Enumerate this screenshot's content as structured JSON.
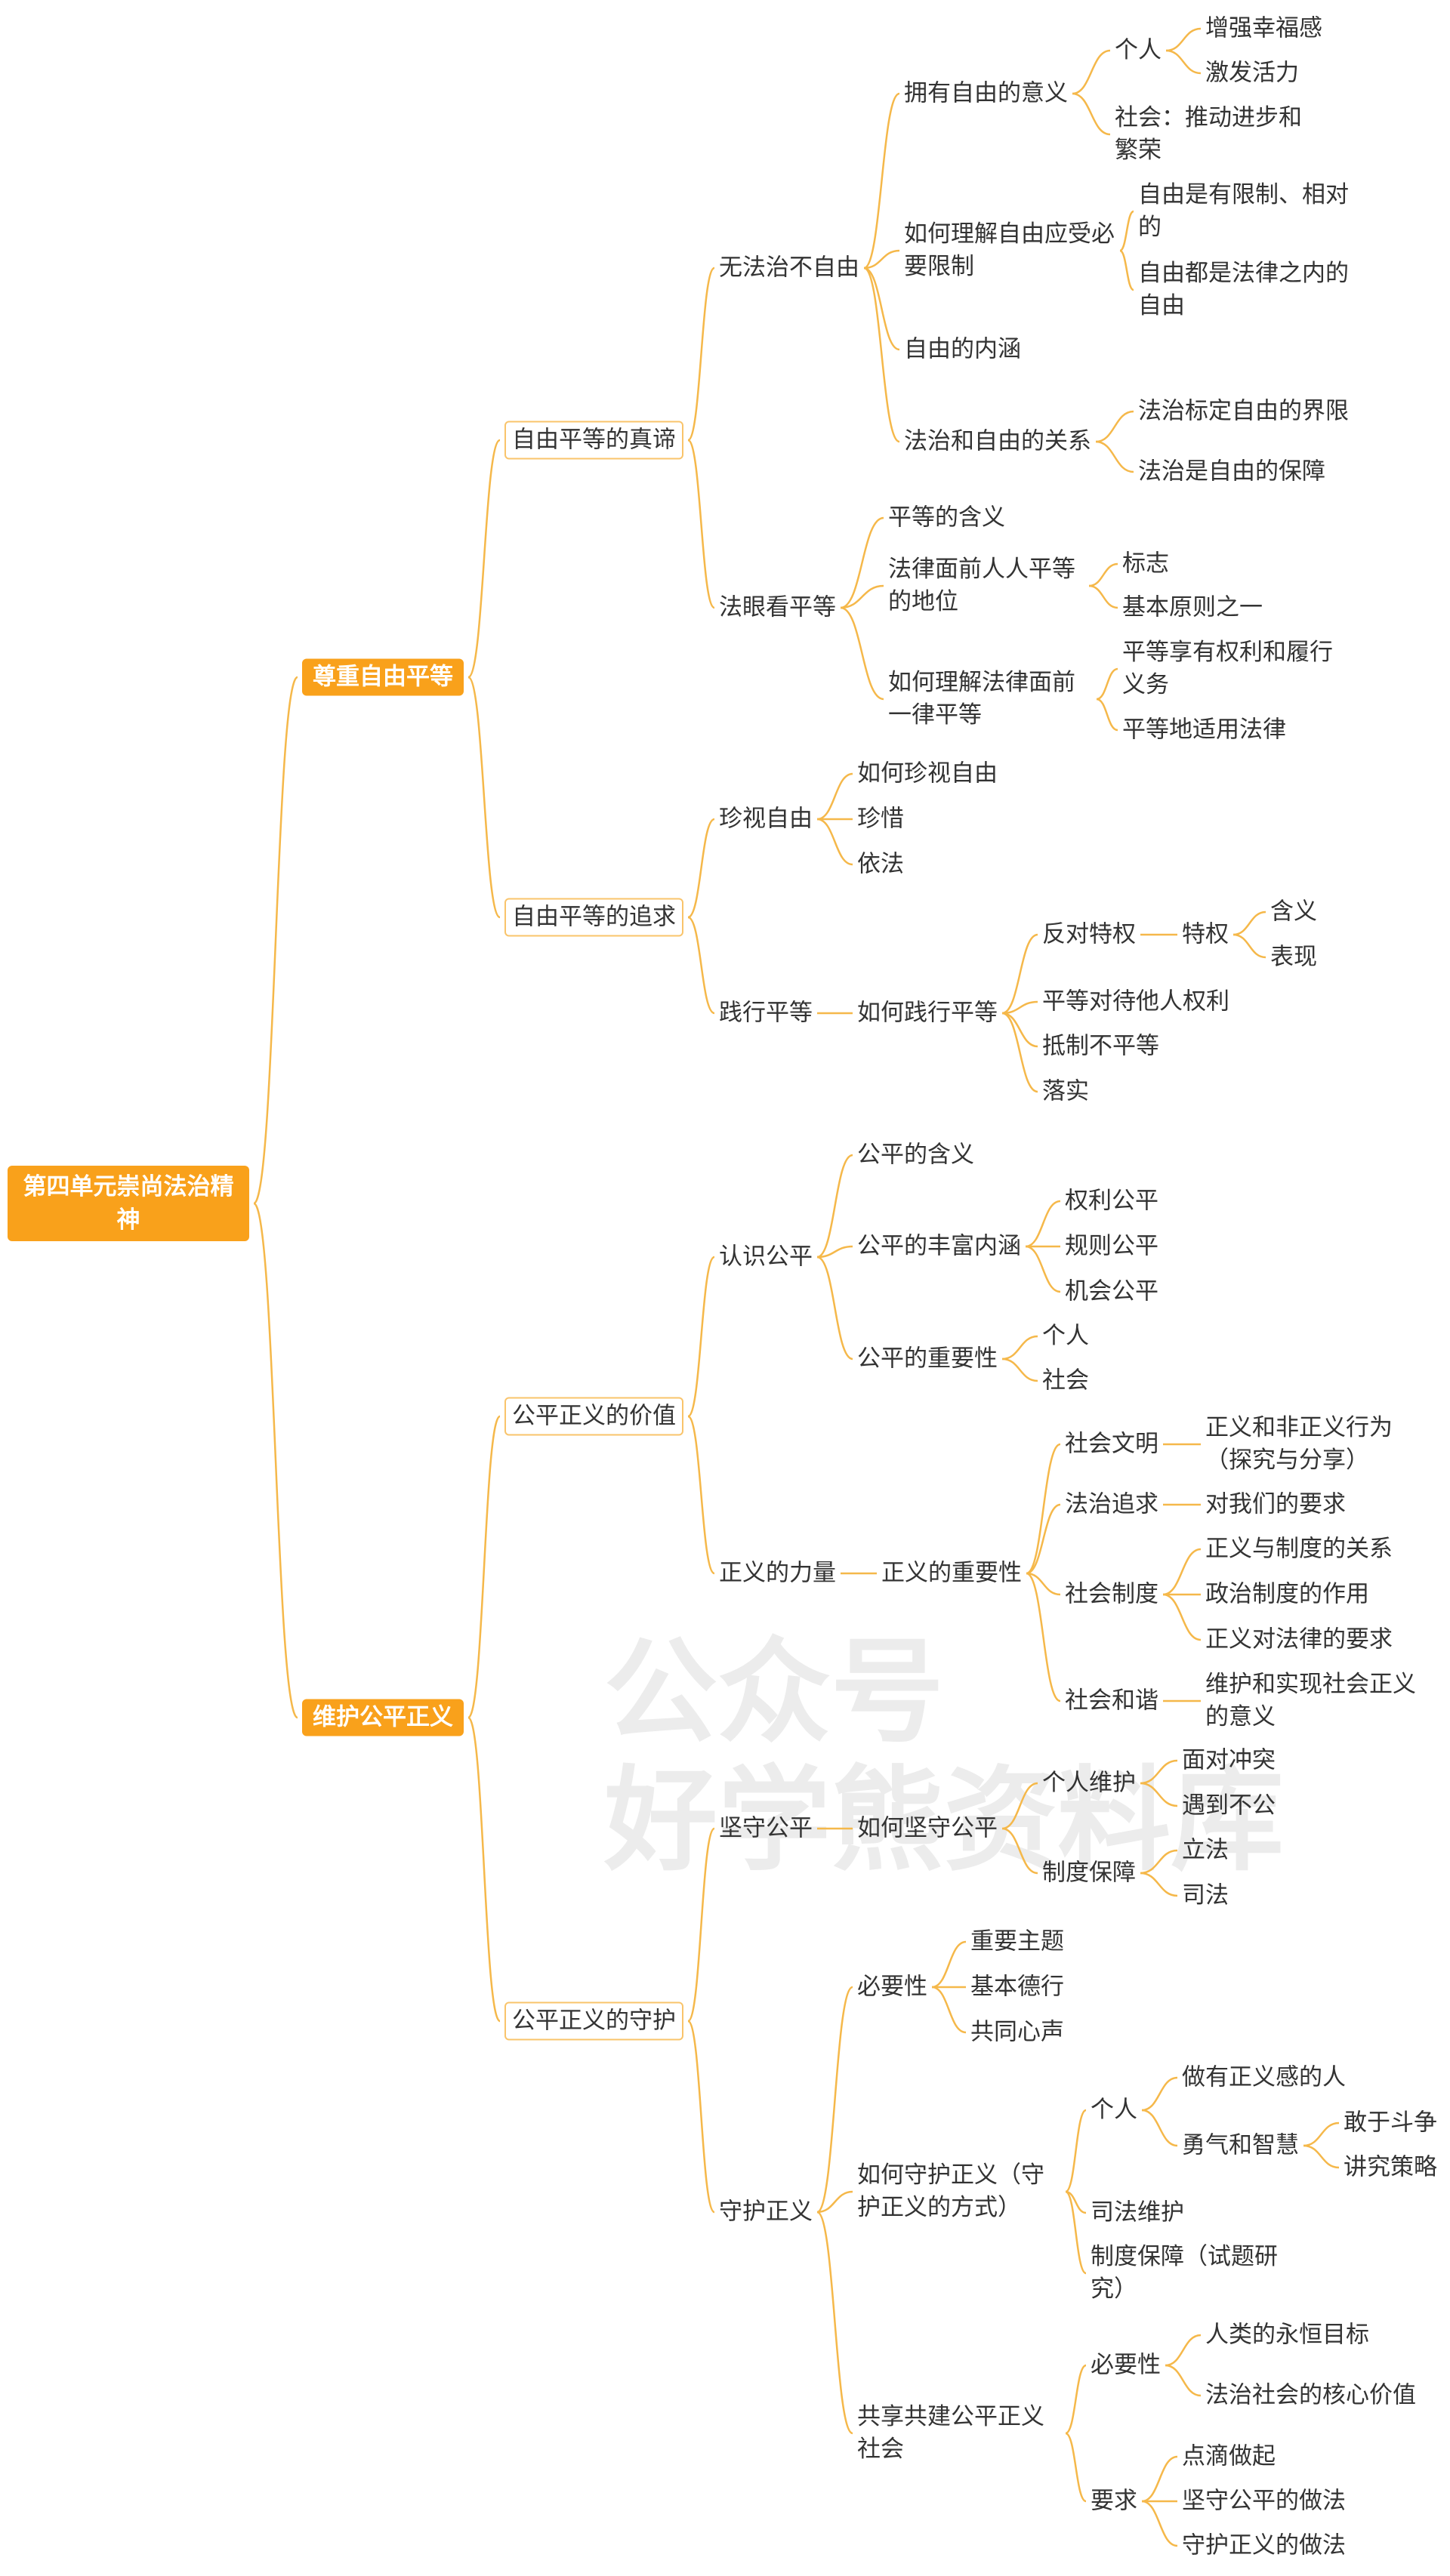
{
  "watermark": [
    "公众号",
    "好学熊资料库"
  ],
  "colors": {
    "accent": "#f9a11b",
    "line": "#f5b84a"
  },
  "root": {
    "label": "第四单元崇尚法治精神"
  },
  "nodes": {
    "n1": "尊重自由平等",
    "n1_1": "自由平等的真谛",
    "n1_1_1": "无法治不自由",
    "n1_1_1_1": "拥有自由的意义",
    "n1_1_1_1_1": "个人",
    "n1_1_1_1_1_1": "增强幸福感",
    "n1_1_1_1_1_2": "激发活力",
    "n1_1_1_1_2": "社会：推动进步和繁荣",
    "n1_1_1_2": "如何理解自由应受必要限制",
    "n1_1_1_2_1": "自由是有限制、相对的",
    "n1_1_1_2_2": "自由都是法律之内的自由",
    "n1_1_1_3": "自由的内涵",
    "n1_1_1_4": "法治和自由的关系",
    "n1_1_1_4_1": "法治标定自由的界限",
    "n1_1_1_4_2": "法治是自由的保障",
    "n1_1_2": "法眼看平等",
    "n1_1_2_1": "平等的含义",
    "n1_1_2_2": "法律面前人人平等的地位",
    "n1_1_2_2_1": "标志",
    "n1_1_2_2_2": "基本原则之一",
    "n1_1_2_3": "如何理解法律面前一律平等",
    "n1_1_2_3_1": "平等享有权利和履行义务",
    "n1_1_2_3_2": "平等地适用法律",
    "n1_2": "自由平等的追求",
    "n1_2_1": "珍视自由",
    "n1_2_1_1": "如何珍视自由",
    "n1_2_1_2": "珍惜",
    "n1_2_1_3": "依法",
    "n1_2_2": "践行平等",
    "n1_2_2_1": "如何践行平等",
    "n1_2_2_1_1": "反对特权",
    "n1_2_2_1_1_1": "特权",
    "n1_2_2_1_1_1_1": "含义",
    "n1_2_2_1_1_1_2": "表现",
    "n1_2_2_1_2": "平等对待他人权利",
    "n1_2_2_1_3": "抵制不平等",
    "n1_2_2_1_4": "落实",
    "n2": "维护公平正义",
    "n2_1": "公平正义的价值",
    "n2_1_1": "认识公平",
    "n2_1_1_1": "公平的含义",
    "n2_1_1_2": "公平的丰富内涵",
    "n2_1_1_2_1": "权利公平",
    "n2_1_1_2_2": "规则公平",
    "n2_1_1_2_3": "机会公平",
    "n2_1_1_3": "公平的重要性",
    "n2_1_1_3_1": "个人",
    "n2_1_1_3_2": "社会",
    "n2_1_2": "正义的力量",
    "n2_1_2_1": "正义的重要性",
    "n2_1_2_1_1": "社会文明",
    "n2_1_2_1_1_1": "正义和非正义行为（探究与分享）",
    "n2_1_2_1_2": "法治追求",
    "n2_1_2_1_2_1": "对我们的要求",
    "n2_1_2_1_3": "社会制度",
    "n2_1_2_1_3_1": "正义与制度的关系",
    "n2_1_2_1_3_2": "政治制度的作用",
    "n2_1_2_1_3_3": "正义对法律的要求",
    "n2_1_2_1_4": "社会和谐",
    "n2_1_2_1_4_1": "维护和实现社会正义的意义",
    "n2_2": "公平正义的守护",
    "n2_2_1": "坚守公平",
    "n2_2_1_1": "如何坚守公平",
    "n2_2_1_1_1": "个人维护",
    "n2_2_1_1_1_1": "面对冲突",
    "n2_2_1_1_1_2": "遇到不公",
    "n2_2_1_1_2": "制度保障",
    "n2_2_1_1_2_1": "立法",
    "n2_2_1_1_2_2": "司法",
    "n2_2_2": "守护正义",
    "n2_2_2_1": "必要性",
    "n2_2_2_1_1": "重要主题",
    "n2_2_2_1_2": "基本德行",
    "n2_2_2_1_3": "共同心声",
    "n2_2_2_2": "如何守护正义（守护正义的方式）",
    "n2_2_2_2_1": "个人",
    "n2_2_2_2_1_1": "做有正义感的人",
    "n2_2_2_2_1_2": "勇气和智慧",
    "n2_2_2_2_1_2_1": "敢于斗争",
    "n2_2_2_2_1_2_2": "讲究策略",
    "n2_2_2_2_2": "司法维护",
    "n2_2_2_2_3": "制度保障（试题研究）",
    "n2_2_2_3": "共享共建公平正义社会",
    "n2_2_2_3_1": "必要性",
    "n2_2_2_3_1_1": "人类的永恒目标",
    "n2_2_2_3_1_2": "法治社会的核心价值",
    "n2_2_2_3_2": "要求",
    "n2_2_2_3_2_1": "点滴做起",
    "n2_2_2_3_2_2": "坚守公平的做法",
    "n2_2_2_3_2_3": "守护正义的做法"
  }
}
